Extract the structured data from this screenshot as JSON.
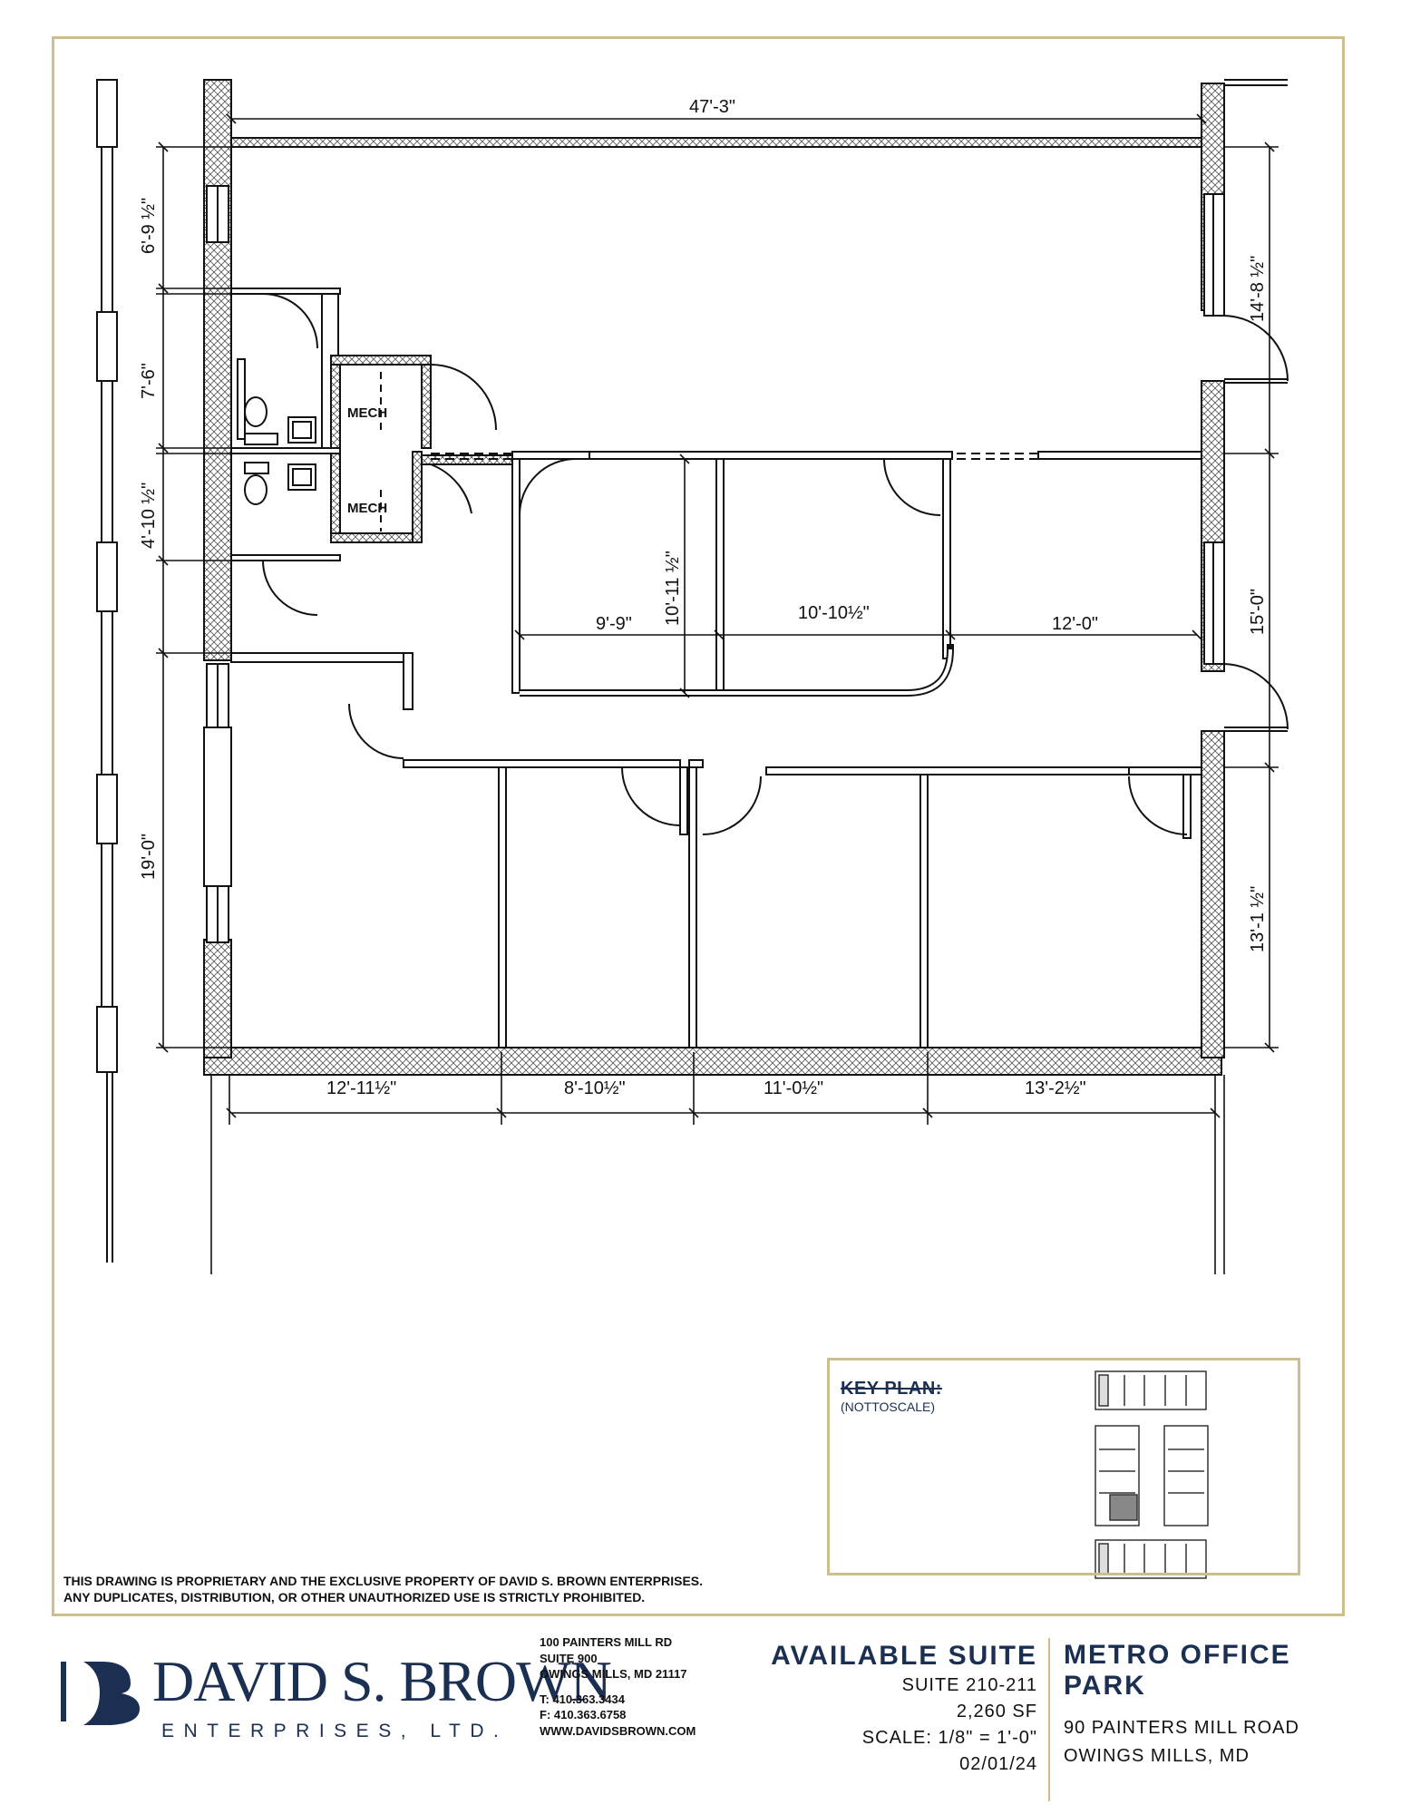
{
  "floorplan": {
    "dims": {
      "top_width": "47'-3\"",
      "left_top": "6'-9 ½\"",
      "left_mid1": "7'-6\"",
      "left_mid2": "4'-10 ½\"",
      "left_bottom": "19'-0\"",
      "right_top": "14'-8 ½\"",
      "right_mid": "15'-0\"",
      "right_bottom": "13'-1 ½\"",
      "office_depth": "10'-11 ½\"",
      "office_a": "9'-9\"",
      "office_b": "10'-10½\"",
      "office_c": "12'-0\"",
      "bottom_1": "12'-11½\"",
      "bottom_2": "8'-10½\"",
      "bottom_3": "11'-0½\"",
      "bottom_4": "13'-2½\""
    },
    "rooms": {
      "mech_1": "MECH",
      "mech_2": "MECH"
    }
  },
  "key_plan": {
    "title": "KEY PLAN:",
    "subtitle": "(NOTTOSCALE)",
    "highlight_color": "#888888"
  },
  "disclaimer": {
    "line1": "THIS DRAWING IS PROPRIETARY AND THE EXCLUSIVE PROPERTY OF DAVID S. BROWN ENTERPRISES.",
    "line2": "ANY DUPLICATES, DISTRIBUTION, OR OTHER UNAUTHORIZED USE IS STRICTLY PROHIBITED."
  },
  "company": {
    "name": "DAVID S. BROWN",
    "sub": "ENTERPRISES, LTD.",
    "address1": "100 PAINTERS MILL RD",
    "address2": "SUITE 900",
    "address3": "OWINGS MILLS, MD 21117",
    "phone": "T: 410.363.3434",
    "fax": "F: 410.363.6758",
    "web": "WWW.DAVIDSBROWN.COM",
    "brand_color": "#1b2f52",
    "accent_color": "#cdbf8c"
  },
  "suite": {
    "title": "AVAILABLE SUITE",
    "number": "SUITE 210-211",
    "area": "2,260 SF",
    "scale": "SCALE: 1/8\" = 1'-0\"",
    "date": "02/01/24"
  },
  "property": {
    "name_line1": "METRO OFFICE",
    "name_line2": "PARK",
    "address1": "90 PAINTERS MILL ROAD",
    "address2": "OWINGS MILLS, MD"
  }
}
